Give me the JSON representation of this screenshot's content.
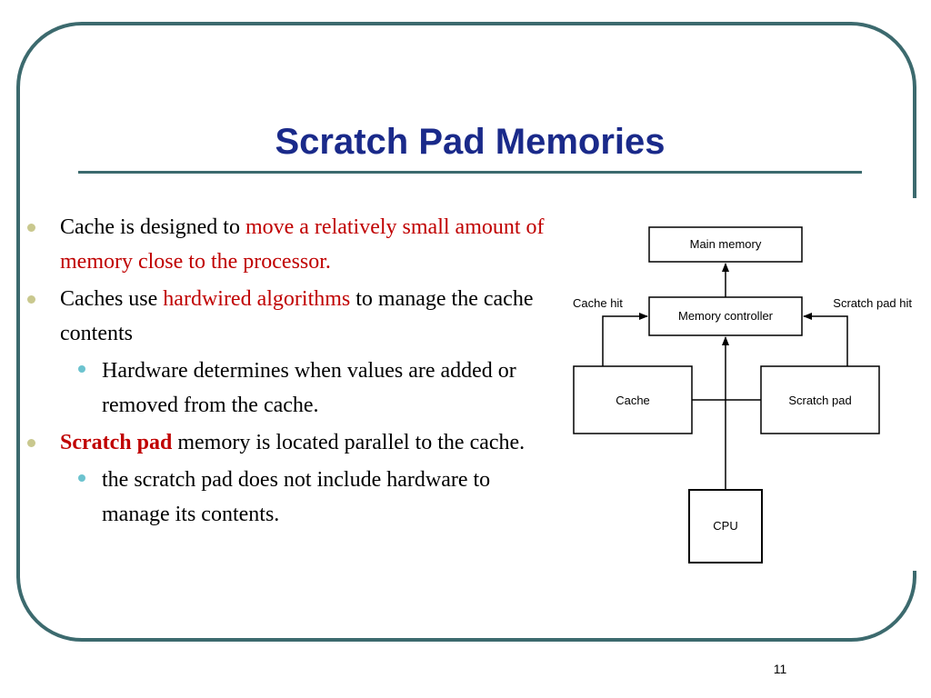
{
  "slide": {
    "title": "Scratch Pad Memories",
    "page_number": "11"
  },
  "bullets": [
    {
      "level": 1,
      "segments": [
        {
          "text": "Cache is designed to ",
          "style": "normal"
        },
        {
          "text": "move a relatively small amount of memory close to the processor.",
          "style": "red"
        }
      ]
    },
    {
      "level": 1,
      "segments": [
        {
          "text": "Caches use ",
          "style": "normal"
        },
        {
          "text": "hardwired algorithms",
          "style": "red"
        },
        {
          "text": " to manage the cache contents",
          "style": "normal"
        }
      ]
    },
    {
      "level": 2,
      "segments": [
        {
          "text": "Hardware determines when values are added or removed from the cache.",
          "style": "normal"
        }
      ]
    },
    {
      "level": 1,
      "segments": [
        {
          "text": "Scratch pad",
          "style": "red-bold"
        },
        {
          "text": " memory is located parallel to the cache.",
          "style": "normal"
        }
      ]
    },
    {
      "level": 2,
      "segments": [
        {
          "text": "the scratch pad does not include hardware to manage its contents.",
          "style": "normal"
        }
      ]
    }
  ],
  "diagram": {
    "main_memory": "Main memory",
    "memory_controller": "Memory controller",
    "cache": "Cache",
    "scratch_pad": "Scratch pad",
    "cpu": "CPU",
    "cache_hit": "Cache hit",
    "scratch_pad_hit": "Scratch pad hit"
  },
  "colors": {
    "title": "#1a2a8a",
    "frame": "#3c6a6e",
    "emphasis": "#c00000",
    "bullet_level1": "#c9c88e",
    "bullet_level2": "#6cc3cf"
  }
}
